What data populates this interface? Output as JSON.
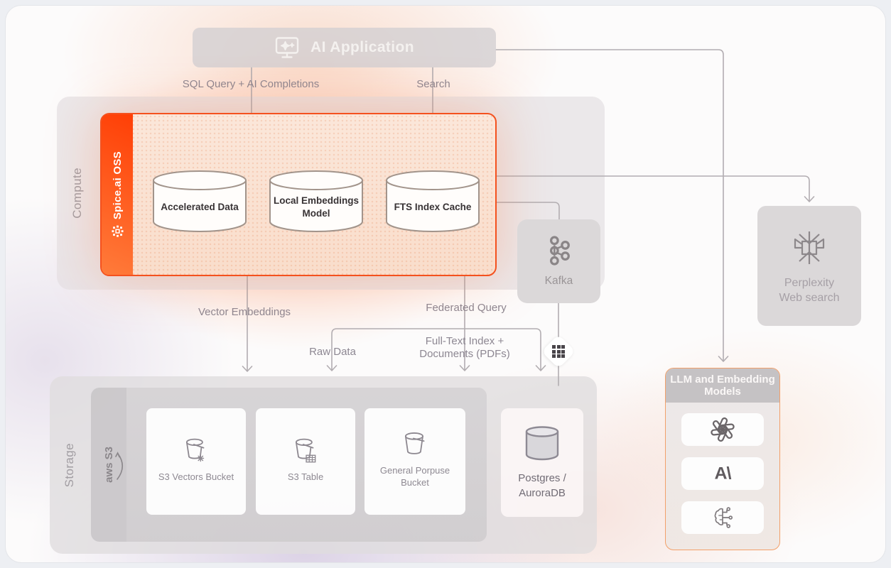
{
  "app": {
    "title": "AI Application"
  },
  "edges": {
    "sql": "SQL Query + AI Completions",
    "search": "Search",
    "vector_embeddings": "Vector Embeddings",
    "federated_query": "Federated Query",
    "raw_data": "Raw Data",
    "full_text_line1": "Full-Text Index +",
    "full_text_line2": "Documents (PDFs)"
  },
  "compute": {
    "label": "Compute",
    "spice": {
      "label": "Spice.ai OSS",
      "nodes": [
        {
          "label": "Accelerated Data"
        },
        {
          "label": "Local Embeddings Model"
        },
        {
          "label": "FTS Index Cache"
        }
      ]
    },
    "kafka": {
      "label": "Kafka"
    }
  },
  "perplexity": {
    "line1": "Perplexity",
    "line2": "Web search"
  },
  "storage": {
    "label": "Storage",
    "aws": {
      "label": "aws S3",
      "cards": [
        {
          "label": "S3 Vectors Bucket",
          "icon": "s3-vectors-bucket-icon"
        },
        {
          "label": "S3 Table",
          "icon": "s3-table-icon"
        },
        {
          "label": "General Porpuse Bucket",
          "icon": "bucket-icon"
        }
      ]
    },
    "postgres": {
      "label": "Postgres / AuroraDB",
      "icon": "database-cylinder-icon"
    }
  },
  "llm": {
    "title": "LLM and Embedding Models",
    "providers": [
      {
        "icon": "openai-icon"
      },
      {
        "icon": "anthropic-icon"
      },
      {
        "icon": "ai-brain-circuit-icon"
      }
    ]
  },
  "colors": {
    "accent_orange": "#f4511e",
    "spice_gradient_start": "#ff3f06",
    "spice_gradient_end": "#ff7b3a",
    "connector_line": "#b2adb1",
    "panel_gray": "#dbd8d9",
    "llm_border": "#f2a06a"
  }
}
